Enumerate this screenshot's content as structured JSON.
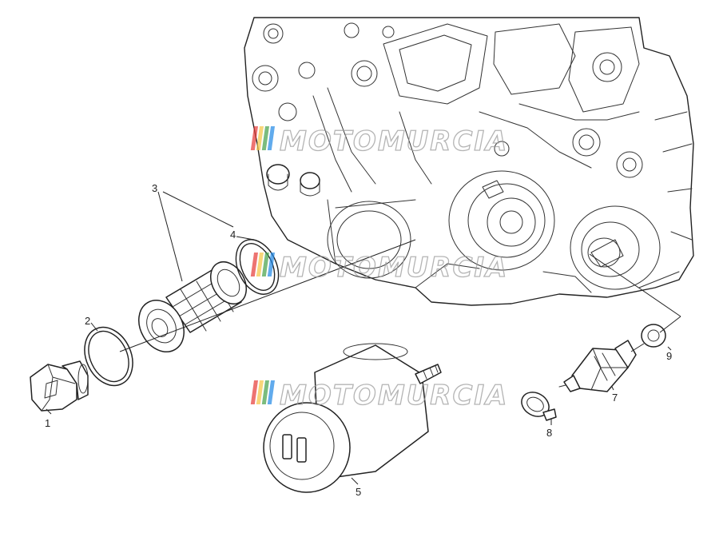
{
  "diagram": {
    "callouts": [
      {
        "id": "1",
        "label": "1"
      },
      {
        "id": "2",
        "label": "2"
      },
      {
        "id": "3",
        "label": "3"
      },
      {
        "id": "4",
        "label": "4"
      },
      {
        "id": "5",
        "label": "5"
      },
      {
        "id": "7",
        "label": "7"
      },
      {
        "id": "8",
        "label": "8"
      },
      {
        "id": "9",
        "label": "9"
      }
    ]
  },
  "watermark": {
    "text": "MOTOMURCIA",
    "stripe_colors": [
      "#e53935",
      "#f5c542",
      "#43a047",
      "#1e88e5"
    ]
  }
}
